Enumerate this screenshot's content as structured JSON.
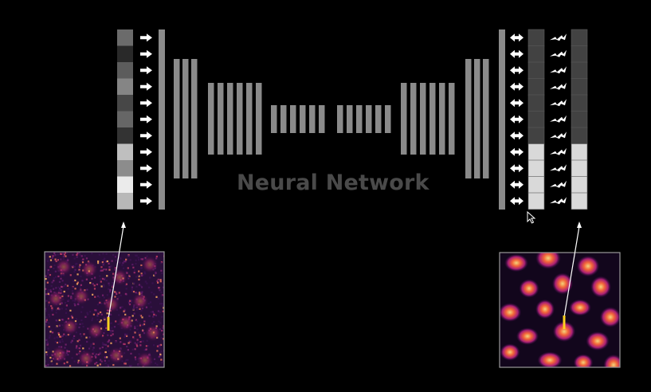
{
  "title": "Neural Network",
  "colors": {
    "background": "#000000",
    "layer": "#8a8a8a",
    "title": "#4a4a4a",
    "arrow": "#ffffff",
    "highlight": "#ffd21f",
    "thumb_border": "#9a9a9a"
  },
  "input_column_gray_levels": [
    0.42,
    0.16,
    0.36,
    0.52,
    0.28,
    0.4,
    0.2,
    0.75,
    0.55,
    0.92,
    0.72
  ],
  "output_column_gray_levels": [
    0.26,
    0.26,
    0.26,
    0.26,
    0.26,
    0.26,
    0.26,
    0.85,
    0.85,
    0.85,
    0.85
  ],
  "target_column_gray_levels": [
    0.26,
    0.26,
    0.26,
    0.26,
    0.26,
    0.26,
    0.26,
    0.85,
    0.85,
    0.85,
    0.85
  ],
  "network_blocks": [
    {
      "bars": 1
    },
    {
      "bars": 3
    },
    {
      "bars": 6
    },
    {
      "bars": 6
    },
    {
      "bars": 6
    },
    {
      "bars": 6
    },
    {
      "bars": 3
    },
    {
      "bars": 1
    }
  ],
  "arrow_rows": 11,
  "icons": {
    "input_arrow": "right-arrow-icon",
    "output_arrow": "double-arrow-icon",
    "target_arrow": "lightning-icon",
    "cursor": "mouse-pointer-icon"
  }
}
